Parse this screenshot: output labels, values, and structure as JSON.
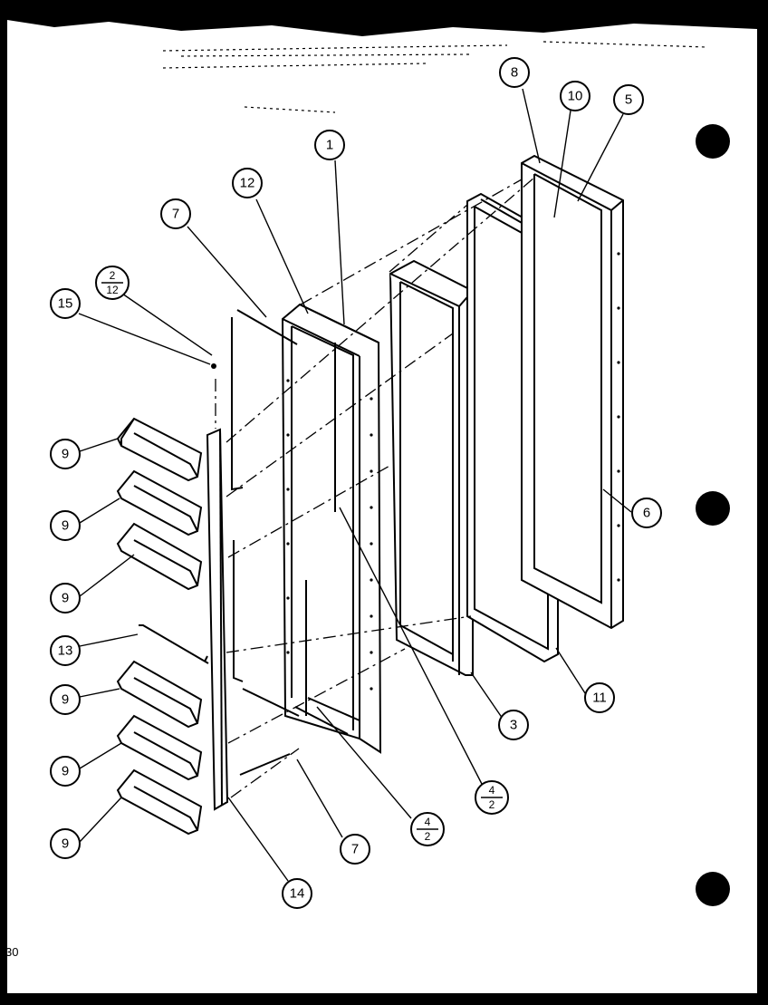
{
  "diagram": {
    "page_ref": "30",
    "callouts": {
      "c1": "1",
      "c3": "3",
      "c4a_top": "4",
      "c4a_bot": "2",
      "c4b_top": "4",
      "c4b_bot": "2",
      "c2_top": "2",
      "c2_bot": "12",
      "c5": "5",
      "c6": "6",
      "c7a": "7",
      "c7b": "7",
      "c8": "8",
      "c9a": "9",
      "c9b": "9",
      "c9c": "9",
      "c9d": "9",
      "c9e": "9",
      "c9f": "9",
      "c10": "10",
      "c11": "11",
      "c12": "12",
      "c13": "13",
      "c14": "14",
      "c15": "15"
    }
  }
}
